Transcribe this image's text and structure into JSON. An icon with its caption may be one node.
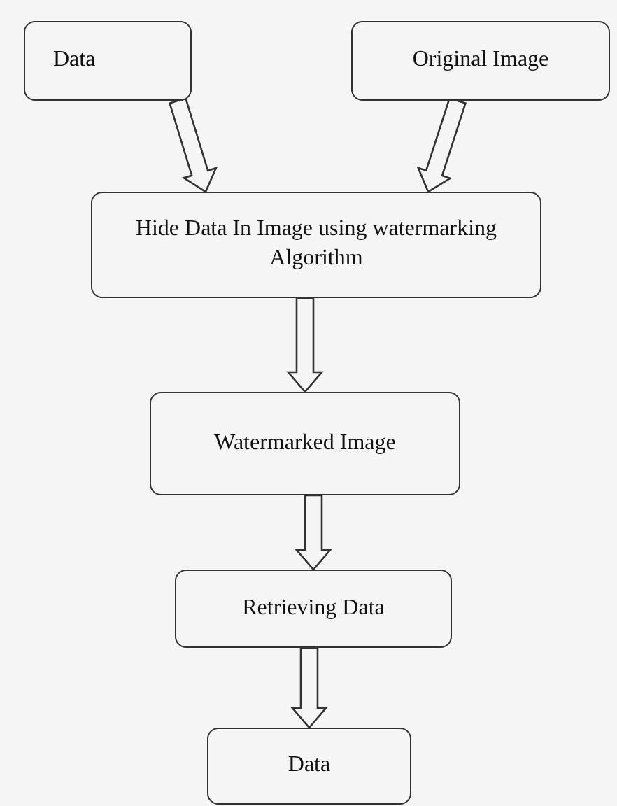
{
  "diagram": {
    "nodes": [
      {
        "text": [
          "Data"
        ]
      },
      {
        "text": [
          "Original Image"
        ]
      },
      {
        "text": [
          "Hide Data In Image using watermarking Algorithm"
        ]
      },
      {
        "text": [
          "Watermarked Image"
        ]
      },
      {
        "text": [
          "Retrieving Data"
        ]
      },
      {
        "text": [
          "Data"
        ]
      }
    ],
    "edges": [
      {
        "from": 0,
        "to": 2,
        "arrow": "to"
      },
      {
        "from": 1,
        "to": 2,
        "arrow": "to"
      },
      {
        "from": 2,
        "to": 3,
        "arrow": "to"
      },
      {
        "from": 3,
        "to": 4,
        "arrow": "to"
      },
      {
        "from": 4,
        "to": 5,
        "arrow": "to"
      }
    ]
  }
}
